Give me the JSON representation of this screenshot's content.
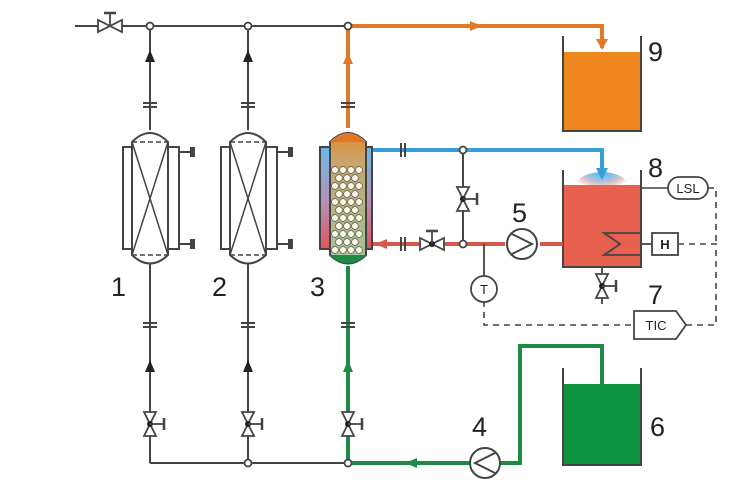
{
  "labels": {
    "column_1": "1",
    "column_2": "2",
    "column_3": "3",
    "pump_4": "4",
    "pump_5": "5",
    "tank_6": "6",
    "controller_7": "7",
    "tank_8": "8",
    "tank_9": "9"
  },
  "instruments": {
    "level_switch": "LSL",
    "heater": "H",
    "temp_controller": "TIC",
    "temp_sensor": "T"
  },
  "colors": {
    "line_dark": "#444444",
    "outlet_orange": "#e07a2a",
    "feed_green": "#1e8a45",
    "cool_blue": "#3a9fd8",
    "heat_red": "#d6584a",
    "tank_orange": "#f0861e",
    "tank_green": "#0e9440",
    "tank_red": "#e8604e"
  }
}
